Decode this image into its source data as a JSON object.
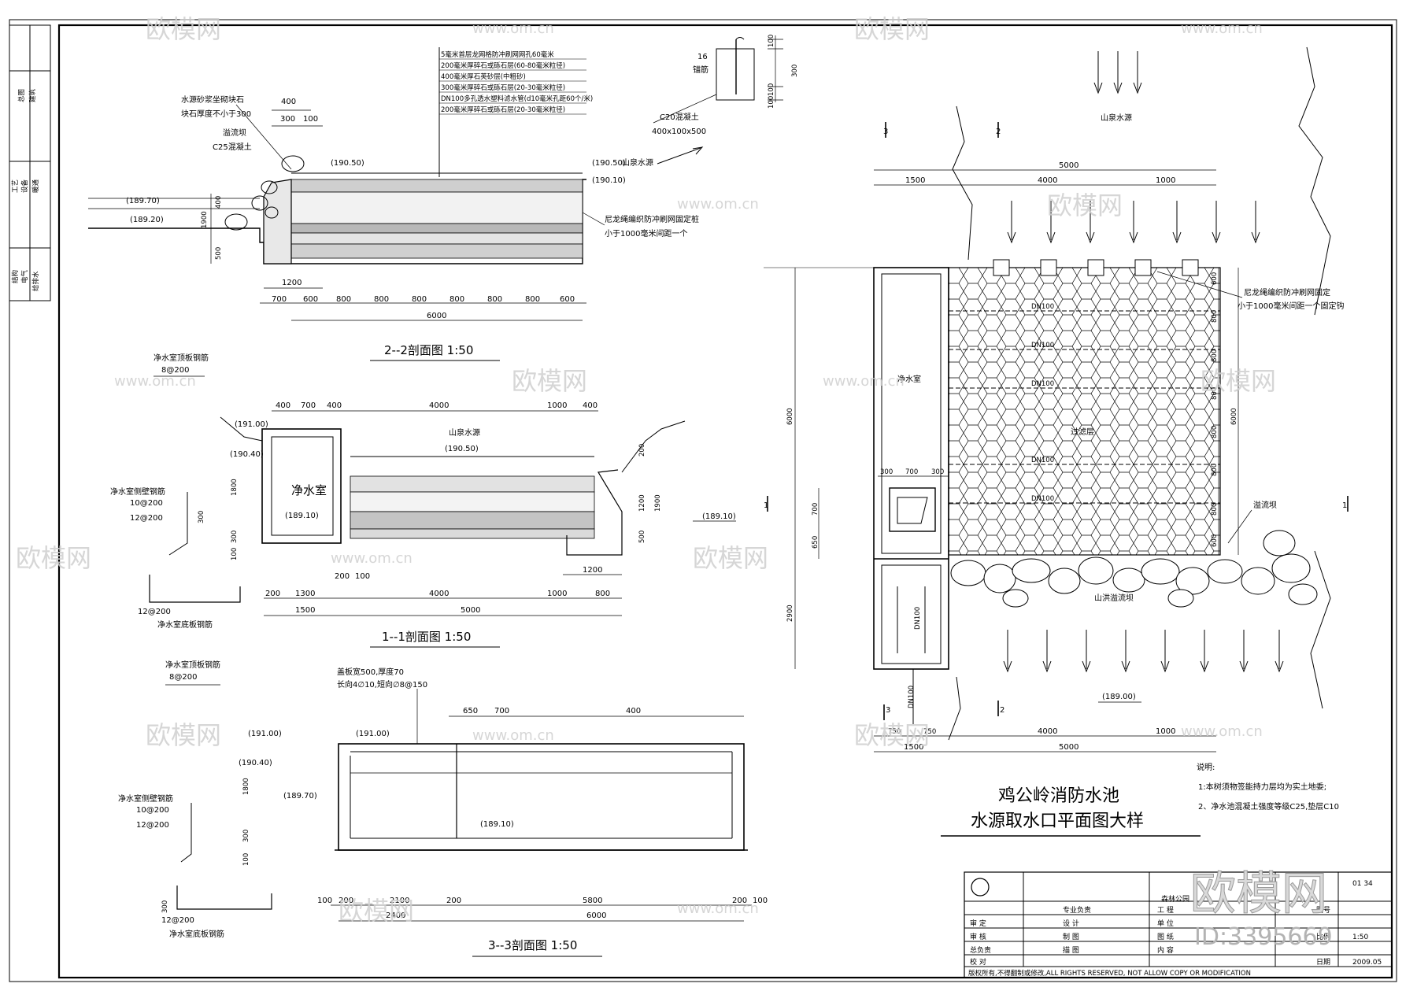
{
  "drawing": {
    "title_line1": "鸡公岭消防水池",
    "title_line2": "水源取水口平面图大样",
    "notes": {
      "heading": "说明:",
      "items": [
        "1:本树须物签能持力层均为实土地委;",
        "2、净水池混凝土强度等级C25,垫层C10"
      ]
    }
  },
  "sections": {
    "s22": {
      "title": "2--2剖面图 1:50",
      "notes": [
        "5毫米首层龙网格防冲刷网网孔60毫米",
        "200毫米厚碎石或砾石层(60-80毫米粒径)",
        "400毫米厚石英砂层(中粗砂)",
        "300毫米厚碎石或砾石层(20-30毫米粒径)",
        "DN100多孔透水塑料滤水管(d10毫米孔距60个/米)",
        "200毫米厚碎石或砾石层(20-30毫米粒径)"
      ],
      "left_labels": [
        "水源砂浆坐砌块石",
        "块石厚度不小于300",
        "溢流坝",
        "C25混凝土"
      ],
      "stake": {
        "label1": "16",
        "label2": "锚筋",
        "concrete": "C20混凝土",
        "size": "400x100x500",
        "dims": [
          "100",
          "300",
          "100",
          "100"
        ]
      },
      "elevations": [
        "(189.70)",
        "(189.20)",
        "(190.50)",
        "(190.50)",
        "(190.10)"
      ],
      "source": "山泉水源",
      "net": [
        "尼龙绳编织防冲刷网固定桩",
        "小于1000毫米间距一个"
      ],
      "top_dims": [
        "400",
        "300",
        "100"
      ],
      "vert_dims": [
        "1900",
        "400",
        "500"
      ],
      "dims_1200": "1200",
      "dims_row": [
        "700",
        "600",
        "800",
        "800",
        "800",
        "800",
        "800",
        "800",
        "600"
      ],
      "total": "6000"
    },
    "s11": {
      "title": "1--1剖面图 1:50",
      "room": "净水室",
      "source": "山泉水源",
      "top_label": "净水室顶板钢筋",
      "top_bar": "8@200",
      "wall_label": "净水室侧壁钢筋",
      "wall_bars": [
        "10@200",
        "12@200"
      ],
      "bottom_label": "净水室底板钢筋",
      "bottom_bar": "12@200",
      "elevations": [
        "(191.00)",
        "(190.40)",
        "(190.50)",
        "(189.10)",
        "(189.10)"
      ],
      "top_dims": [
        "400",
        "700",
        "400",
        "4000",
        "1000",
        "400"
      ],
      "vert_dims": [
        "1800",
        "300",
        "100",
        "200",
        "1200",
        "1900",
        "500",
        "300"
      ],
      "dim_1200": "1200",
      "bottom_dims": [
        "200",
        "1300",
        "200",
        "100",
        "4000",
        "1000",
        "800"
      ],
      "totals": [
        "1500",
        "5000"
      ]
    },
    "s33": {
      "title": "3--3剖面图 1:50",
      "cover_note": [
        "盖板宽500,厚度70",
        "长向4∅10,短向∅8@150"
      ],
      "top_label": "净水室顶板钢筋",
      "top_bar": "8@200",
      "wall_label": "净水室侧壁钢筋",
      "wall_bars": [
        "10@200",
        "12@200"
      ],
      "bottom_label": "净水室底板钢筋",
      "bottom_bar": "12@200",
      "elevations": [
        "(191.00)",
        "(191.00)",
        "(190.40)",
        "(189.70)",
        "(189.10)"
      ],
      "top_dims": [
        "650",
        "700",
        "400"
      ],
      "vert_dims": [
        "1800",
        "100",
        "300",
        "300"
      ],
      "bottom_dims": [
        "100",
        "200",
        "2100",
        "200",
        "5800",
        "200",
        "100"
      ],
      "totals": [
        "2400",
        "6000"
      ]
    }
  },
  "plan": {
    "source": "山泉水源",
    "room": "净水室",
    "filter": "过滤层",
    "net": [
      "尼龙绳编织防冲刷网固定",
      "小于1000毫米间距一个固定钩"
    ],
    "weir": "溢流坝",
    "flood_weir": "山洪溢流坝",
    "valve": "DN100",
    "pipe": "DN100",
    "pipe_labels": [
      "DN100",
      "DN100",
      "DN100",
      "DN100",
      "DN100"
    ],
    "elevation": "(189.00)",
    "top_dims": [
      "1500",
      "4000",
      "1000"
    ],
    "top_total": "5000",
    "right_dims": [
      "600",
      "800",
      "800",
      "800",
      "800",
      "800",
      "800",
      "600"
    ],
    "right_total": "6000",
    "left_dims": [
      "6000",
      "700",
      "650",
      "2900"
    ],
    "room_dims": [
      "300",
      "700",
      "300"
    ],
    "bottom_dims": [
      "750",
      "750",
      "4000",
      "1000"
    ],
    "bottom_totals": [
      "1500",
      "5000"
    ],
    "section_marks": [
      "3",
      "2",
      "1",
      "1",
      "3",
      "2"
    ]
  },
  "title_block": {
    "company": "森林公园",
    "rows": [
      [
        "审  定",
        "专业负责",
        "工  程"
      ],
      [
        "审  核",
        "设  计",
        "单  位"
      ],
      [
        "总负责",
        "制  图",
        "图  纸"
      ],
      [
        "校  对",
        "描  图",
        "内  容"
      ]
    ],
    "right_labels": [
      "图号",
      "比例",
      "日期"
    ],
    "right_values": [
      "01 34",
      "1:50",
      "2009.05"
    ],
    "copyright": "版权所有,不得翻制或修改,ALL RIGHTS RESERVED, NOT ALLOW COPY OR MODIFICATION"
  },
  "side_strip": {
    "labels": [
      "总图",
      "建筑",
      "工艺",
      "设备",
      "暖通",
      "结构",
      "电气",
      "给排水"
    ]
  },
  "watermark": {
    "brand": "欧模网",
    "domain": "www.om.cn",
    "id": "ID:3395669"
  }
}
